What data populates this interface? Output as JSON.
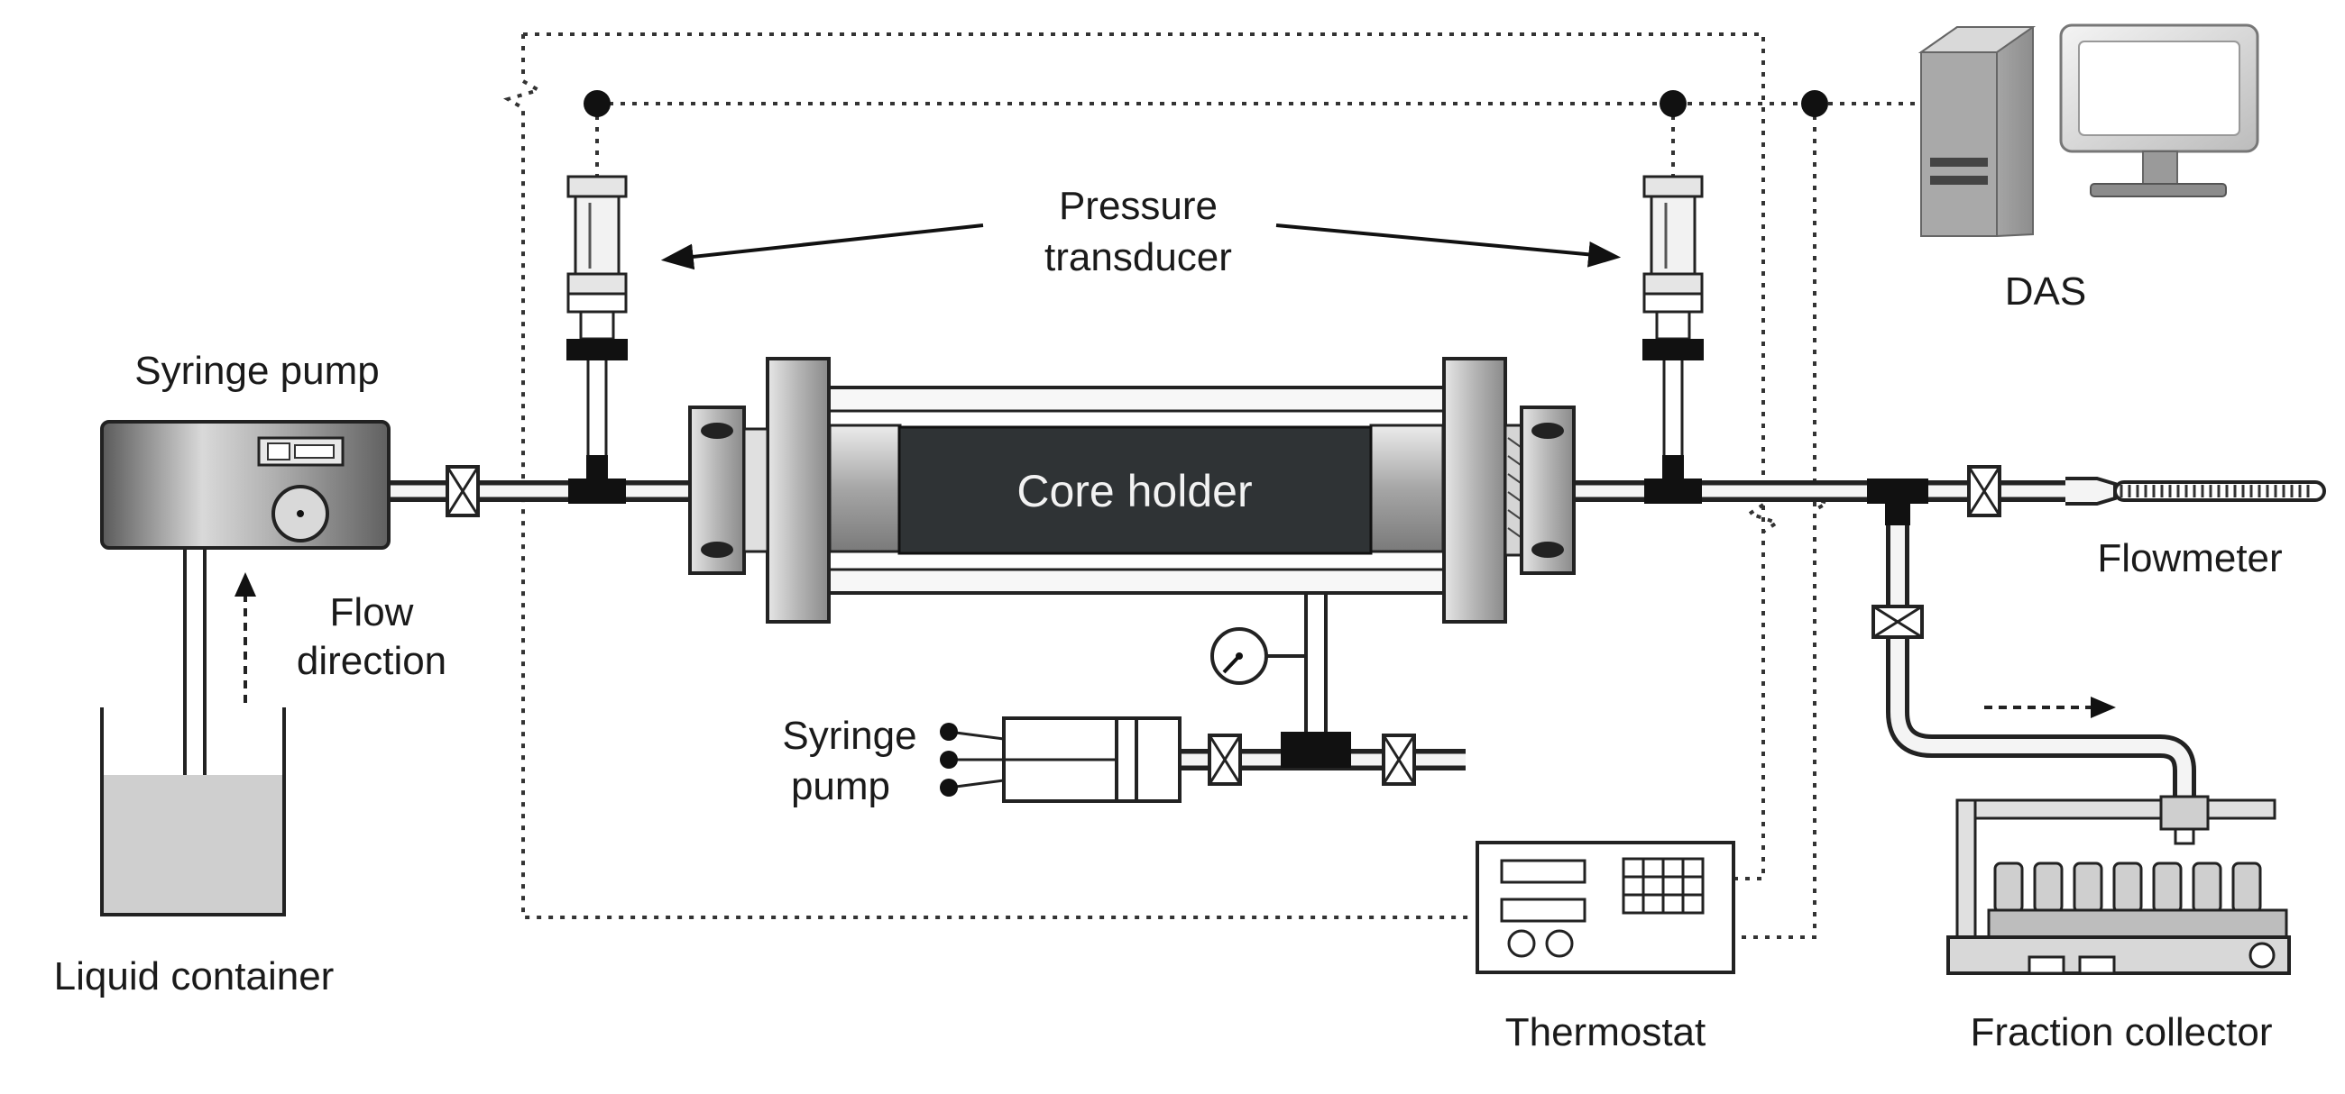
{
  "labels": {
    "syringe_pump_top": "Syringe pump",
    "flow_direction_line1": "Flow",
    "flow_direction_line2": "direction",
    "liquid_container": "Liquid container",
    "pressure_transducer_line1": "Pressure",
    "pressure_transducer_line2": "transducer",
    "core_holder": "Core holder",
    "syringe_pump_bottom_line1": "Syringe",
    "syringe_pump_bottom_line2": "pump",
    "das": "DAS",
    "flowmeter": "Flowmeter",
    "thermostat": "Thermostat",
    "fraction_collector": "Fraction collector"
  },
  "colors": {
    "core": "#2f3335",
    "pump_body": "#8a8a8a",
    "liquid": "#cfcfcf",
    "flange": "#b8b8b8",
    "line": "#222222"
  },
  "icons": [
    "syringe-pump-icon",
    "liquid-container-icon",
    "valve-icon",
    "pressure-transducer-icon",
    "core-holder-icon",
    "pressure-gauge-icon",
    "syringe-icon",
    "computer-tower-icon",
    "monitor-icon",
    "thermostat-icon",
    "flowmeter-icon",
    "fraction-collector-icon"
  ]
}
